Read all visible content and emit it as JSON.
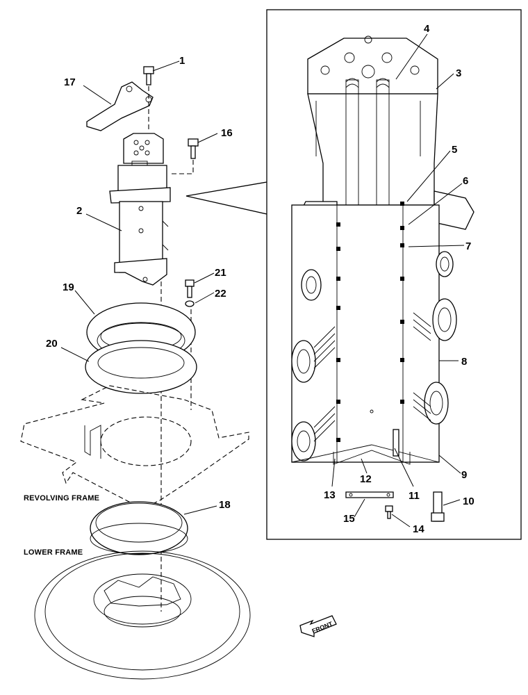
{
  "callouts": {
    "c1": "1",
    "c2": "2",
    "c3": "3",
    "c4": "4",
    "c5": "5",
    "c6": "6",
    "c7": "7",
    "c8": "8",
    "c9": "9",
    "c10": "10",
    "c11": "11",
    "c12": "12",
    "c13": "13",
    "c14": "14",
    "c15": "15",
    "c16": "16",
    "c17": "17",
    "c18": "18",
    "c19": "19",
    "c20": "20",
    "c21": "21",
    "c22": "22"
  },
  "labels": {
    "revolving_frame": "REVOLVING FRAME",
    "lower_frame": "LOWER FRAME",
    "front": "FRONT"
  }
}
